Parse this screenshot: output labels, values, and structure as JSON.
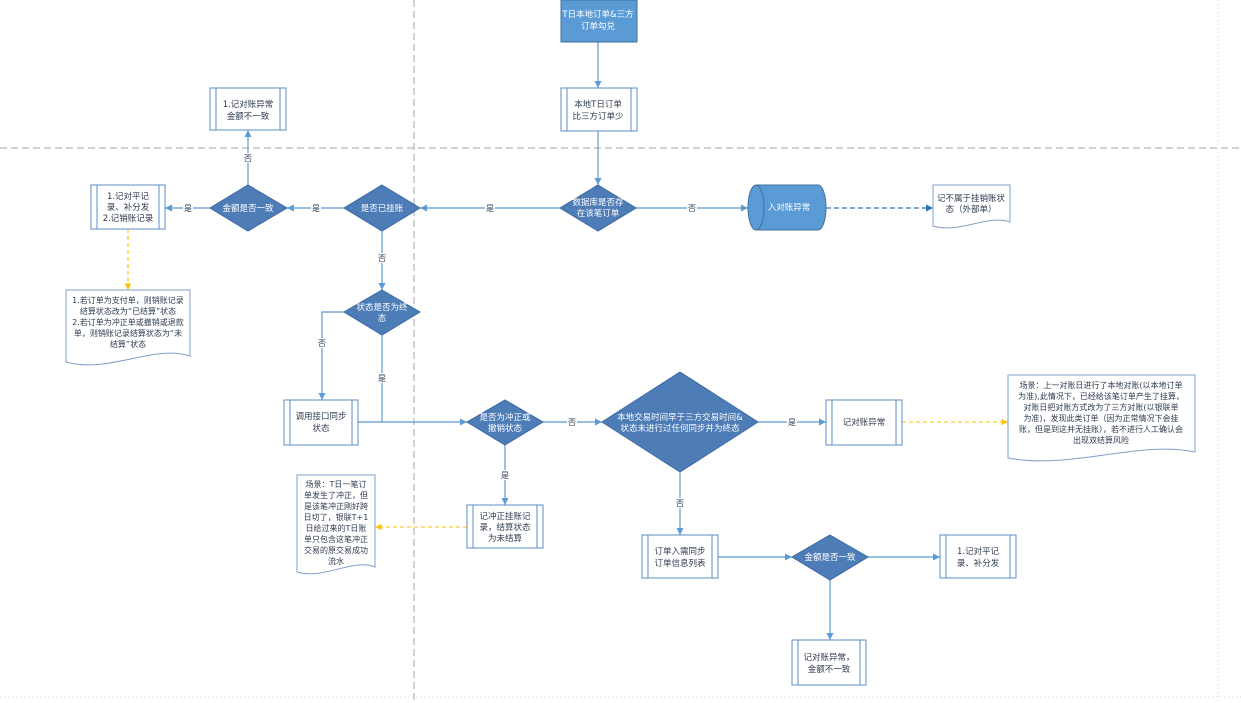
{
  "diagram": {
    "nodes": {
      "start": {
        "lines": [
          "T日本地订单&三方",
          "订单勾兑"
        ]
      },
      "local_fewer": {
        "lines": [
          "本地T日订单",
          "比三方订单少"
        ]
      },
      "db_has_order": {
        "lines": [
          "数据库是否存",
          "在该笔订单"
        ]
      },
      "to_exception": {
        "lines": [
          "入对账异常"
        ]
      },
      "not_pending_note": {
        "lines": [
          "记不属于挂销账状",
          "态（外部单）"
        ]
      },
      "already_posted": {
        "lines": [
          "是否已挂账"
        ]
      },
      "amount_match_1": {
        "lines": [
          "金额是否一致"
        ]
      },
      "exception_amount_1": {
        "lines": [
          "1.记对账异常",
          "金额不一致"
        ]
      },
      "balanced_record_1": {
        "lines": [
          "1.记对平记",
          "录、补分发",
          "2.记销账记录"
        ]
      },
      "settlement_note": {
        "lines": [
          "1.若订单为支付单，则销账记录",
          "结算状态改为“已结算”状态",
          "2.若订单为冲正单或撤销或退款",
          "单，则销账记录结算状态为“未",
          "结算”状态"
        ]
      },
      "final_state": {
        "lines": [
          "状态是否为终",
          "态"
        ]
      },
      "sync_api": {
        "lines": [
          "调用接口同步",
          "状态"
        ]
      },
      "reversal_check": {
        "lines": [
          "是否为冲正或",
          "撤销状态"
        ]
      },
      "reversal_record": {
        "lines": [
          "记冲正挂账记",
          "录，结算状态",
          "为未结算"
        ]
      },
      "reversal_scenario": {
        "lines": [
          "场景：T日一笔订",
          "单发生了冲正，但",
          "是该笔冲正刚好跨",
          "日切了，银联T+1",
          "日给过来的T日账",
          "单只包含这笔冲正",
          "交易的原交易成功",
          "流水"
        ]
      },
      "time_check": {
        "lines": [
          "本地交易时间早于三方交易时间&",
          "状态未进行过任何同步并为终态"
        ]
      },
      "exception_record": {
        "lines": [
          "记对账异常"
        ]
      },
      "double_settlement_scenario": {
        "lines": [
          "场景：上一对账日进行了本地对账(以本地订单",
          "为准),此情况下，已经给该笔订单产生了挂算，",
          "对账日把对账方式改为了三方对账(以银联单",
          "为准)，发现此类订单（因为正常情况下会挂",
          "账，但是到这并无挂账），若不进行人工确认会",
          "出现双结算风险"
        ]
      },
      "sync_queue": {
        "lines": [
          "订单入需同步",
          "订单信息列表"
        ]
      },
      "amount_match_2": {
        "lines": [
          "金额是否一致"
        ]
      },
      "balanced_record_2": {
        "lines": [
          "1.记对平记",
          "录、补分发"
        ]
      },
      "exception_amount_2": {
        "lines": [
          "记对账异常，",
          "金额不一致"
        ]
      }
    },
    "edge_labels": {
      "db_has_order_no": "否",
      "db_has_order_yes": "是",
      "already_posted_yes": "是",
      "already_posted_no": "否",
      "amount_match_1_no": "否",
      "amount_match_1_yes": "是",
      "final_state_no": "否",
      "final_state_yes": "是",
      "reversal_check_no": "否",
      "reversal_check_yes": "是",
      "time_check_yes": "是",
      "time_check_no": "否"
    }
  },
  "colors": {
    "decision_fill": "#4e7cb7",
    "decision_stroke": "#3b6aa3",
    "start_fill": "#5b9bd5",
    "start_stroke": "#41719c",
    "connector": "#5b9bd5",
    "box_stroke": "#5b8ec9",
    "note_connector": "#ffc000",
    "note_stroke": "#7f9fc8",
    "section_divider": "#a6a6a6",
    "text": "#2e3b4e"
  }
}
